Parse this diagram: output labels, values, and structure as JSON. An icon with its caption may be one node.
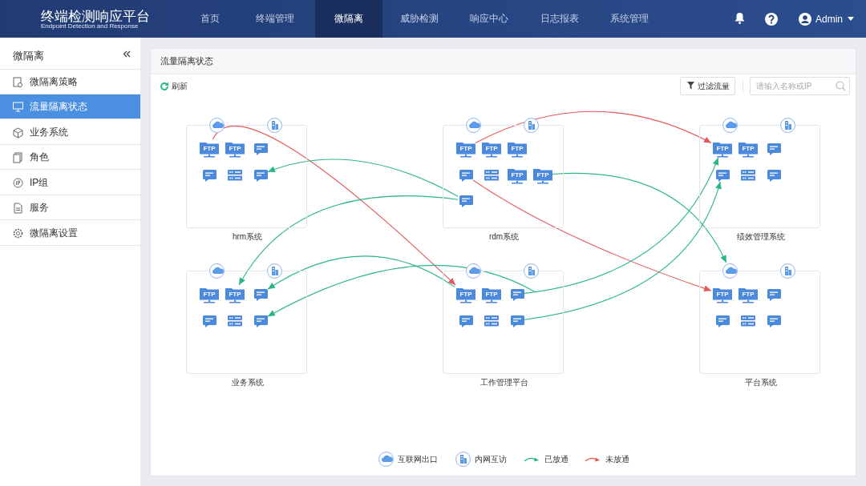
{
  "diagram": {
    "title": "流量隔离状态",
    "nodes": [
      {
        "text": [
          "hrm系统"
        ]
      },
      {
        "text": [],
        "shape": "circle"
      },
      {
        "text": [],
        "shape": "circle"
      },
      {
        "text": [
          "FTP"
        ],
        "in": 0
      },
      {
        "text": [
          "FTP"
        ],
        "in": 0
      },
      {
        "text": [],
        "shape": "picture",
        "in": 0
      },
      {
        "text": [],
        "shape": "picture",
        "in": 0
      },
      {
        "text": [],
        "shape": "picture",
        "in": 0
      },
      {
        "text": [],
        "shape": "picture",
        "in": 0
      },
      {
        "text": [
          "rdm系统"
        ]
      },
      {
        "text": [],
        "shape": "circle"
      },
      {
        "text": [],
        "shape": "circle"
      },
      {
        "text": [
          "FTP"
        ],
        "in": 9
      },
      {
        "text": [
          "FTP"
        ],
        "in": 9
      },
      {
        "text": [
          "FTP"
        ],
        "in": 9
      },
      {
        "text": [],
        "shape": "picture",
        "in": 9
      },
      {
        "text": [],
        "shape": "picture",
        "in": 9
      },
      {
        "text": [
          "FTP"
        ],
        "in": 9
      },
      {
        "text": [
          "FTP"
        ],
        "in": 9
      },
      {
        "text": [],
        "shape": "picture",
        "in": 9
      },
      {
        "text": [
          "绩效管理系统"
        ]
      },
      {
        "text": [],
        "shape": "circle"
      },
      {
        "text": [],
        "shape": "circle"
      },
      {
        "text": [
          "FTP"
        ],
        "in": 20
      },
      {
        "text": [
          "FTP"
        ],
        "in": 20
      },
      {
        "text": [],
        "shape": "picture",
        "in": 20
      },
      {
        "text": [],
        "shape": "picture",
        "in": 20
      },
      {
        "text": [],
        "shape": "picture",
        "in": 20
      },
      {
        "text": [],
        "shape": "picture",
        "in": 20
      },
      {
        "text": [
          "业务系统"
        ]
      },
      {
        "text": [],
        "shape": "circle"
      },
      {
        "text": [],
        "shape": "circle"
      },
      {
        "text": [
          "FTP"
        ],
        "in": 29
      },
      {
        "text": [
          "FTP"
        ],
        "in": 29
      },
      {
        "text": [],
        "shape": "picture",
        "in": 29
      },
      {
        "text": [],
        "shape": "picture",
        "in": 29
      },
      {
        "text": [],
        "shape": "picture",
        "in": 29
      },
      {
        "text": [],
        "shape": "picture",
        "in": 29
      },
      {
        "text": [
          "工作管理平台"
        ]
      },
      {
        "text": [],
        "shape": "circle"
      },
      {
        "text": [],
        "shape": "circle"
      },
      {
        "text": [
          "FTP"
        ],
        "in": 38
      },
      {
        "text": [
          "FTP"
        ],
        "in": 38
      },
      {
        "text": [],
        "shape": "picture",
        "in": 38
      },
      {
        "text": [],
        "shape": "picture",
        "in": 38
      },
      {
        "text": [],
        "shape": "picture",
        "in": 38
      },
      {
        "text": [],
        "shape": "picture",
        "in": 38
      },
      {
        "text": [
          "平台系统"
        ]
      },
      {
        "text": [],
        "shape": "circle"
      },
      {
        "text": [],
        "shape": "circle"
      },
      {
        "text": [
          "FTP"
        ],
        "in": 47
      },
      {
        "text": [
          "FTP"
        ],
        "in": 47
      },
      {
        "text": [],
        "shape": "picture",
        "in": 47
      },
      {
        "text": [],
        "shape": "picture",
        "in": 47
      },
      {
        "text": [],
        "shape": "picture",
        "in": 47
      },
      {
        "text": [],
        "shape": "picture",
        "in": 47
      }
    ],
    "edges": [
      {
        "from": 3,
        "to": 41,
        "arrow": "to",
        "color": "#e5585a"
      },
      {
        "from": 19,
        "to": 8,
        "arrow": "to"
      },
      {
        "from": 19,
        "to": 33,
        "arrow": "to"
      },
      {
        "from": 12,
        "to": 23,
        "arrow": "to",
        "color": "#e5585a"
      },
      {
        "from": 15,
        "to": 50,
        "arrow": "to",
        "color": "#e5585a"
      },
      {
        "from": 18,
        "to": 48,
        "arrow": "to"
      },
      {
        "from": 43,
        "to": 23,
        "arrow": "to"
      },
      {
        "from": 46,
        "to": 26,
        "arrow": "to"
      },
      {
        "from": 41,
        "to": 34,
        "arrow": "to"
      },
      {
        "from": null,
        "to": 37,
        "arrow": "to"
      }
    ],
    "labels": [
      "终端检测响应平台",
      "Endpoint Detection and Response",
      "首页",
      "终端管理",
      "微隔离",
      "威胁检测",
      "响应中心",
      "日志报表",
      "系统管理",
      "Admin",
      "微隔离",
      "微隔离策略",
      "流量隔离状态",
      "业务系统",
      "角色",
      "IP组",
      "服务",
      "微隔离设置",
      "刷新",
      "过滤流量",
      "请输入名称或IP"
    ],
    "legend": [
      {
        "text": "互联网出口"
      },
      {
        "text": "内网互访"
      },
      {
        "text": "已放通"
      },
      {
        "text": "未放通"
      }
    ]
  }
}
